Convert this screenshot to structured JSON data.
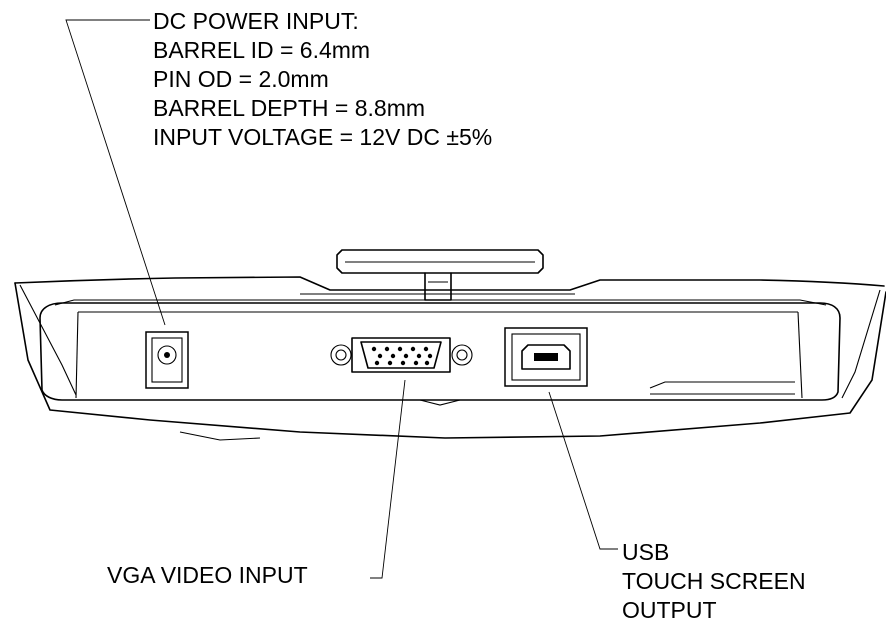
{
  "power_input": {
    "title": "DC POWER INPUT:",
    "specs": [
      "BARREL ID = 6.4mm",
      "PIN OD = 2.0mm",
      "BARREL DEPTH = 8.8mm",
      "INPUT VOLTAGE = 12V DC ±5%"
    ]
  },
  "vga": {
    "label": "VGA VIDEO INPUT"
  },
  "usb": {
    "lines": [
      "USB",
      "TOUCH SCREEN",
      "OUTPUT"
    ]
  }
}
